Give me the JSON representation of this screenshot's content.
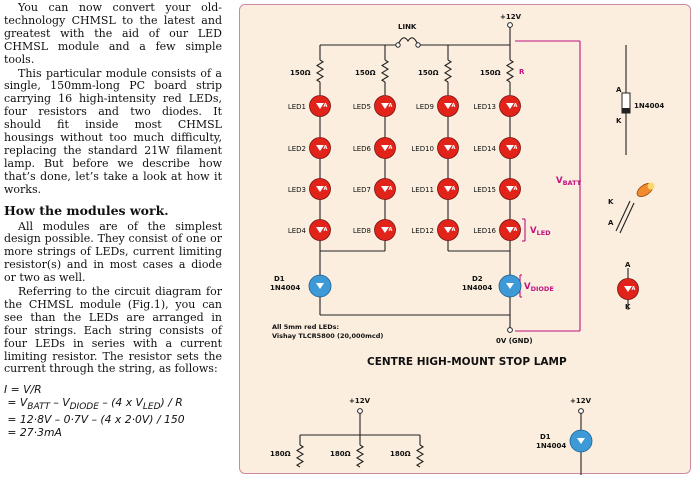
{
  "article": {
    "paragraphs": [
      "You can now convert your old-technology CHMSL to the latest and greatest with the aid of our LED CHMSL module and a few simple tools.",
      "This particular module consists of a single, 150mm-long PC board strip carrying 16 high-intensity red LEDs, four resistors and two diodes. It should fit inside most CHMSL housings without too much difficulty, replacing the standard 21W filament lamp. But before we describe how that’s done, let’s take a look at how it works."
    ],
    "heading": "How the modules work.",
    "paragraphs2": [
      "All modules are of the simplest design possible. They consist of one or more strings of LEDs, current limiting resistor(s) and in most cases a diode or two as well.",
      "Referring to the circuit diagram for the CHMSL module (Fig.1), you can see than the LEDs are arranged in four strings. Each string consists of four LEDs in series with a current limiting resistor. The resistor sets the current through the string, as follows:"
    ],
    "formula": [
      "I = V/R",
      "= V_BATT – V_DIODE – (4 x V_LED) / R",
      "= 12·8V – 0·7V – (4 x 2·0V) / 150",
      "= 27·3mA"
    ]
  },
  "diagram": {
    "link_label": "LINK",
    "supply_label": "+12V",
    "ground_label": "0V (GND)",
    "resistor_labels": [
      "150Ω",
      "150Ω",
      "150Ω",
      "150Ω"
    ],
    "r_marker": "R",
    "led_columns": [
      [
        "LED1",
        "LED2",
        "LED3",
        "LED4"
      ],
      [
        "LED5",
        "LED6",
        "LED7",
        "LED8"
      ],
      [
        "LED9",
        "LED10",
        "LED11",
        "LED12"
      ],
      [
        "LED13",
        "LED14",
        "LED15",
        "LED16"
      ]
    ],
    "led_anode": "A",
    "diode_labels": [
      "D1",
      "D2"
    ],
    "diode_parts": [
      "1N4004",
      "1N4004"
    ],
    "v_batt": "V",
    "v_batt_sub": "BATT",
    "v_led": "V",
    "v_led_sub": "LED",
    "v_diode": "V",
    "v_diode_sub": "DIODE",
    "note_line1": "All 5mm red LEDs:",
    "note_line2": "Vishay TLCR5800 (20,000mcd)",
    "title": "CENTRE HIGH-MOUNT STOP LAMP",
    "diode_pinout": {
      "a": "A",
      "k": "K",
      "part": "1N4004"
    },
    "led_pinout": {
      "a": "A",
      "k": "K"
    },
    "bottom": {
      "supply_left": "+12V",
      "supply_right": "+12V",
      "resistor_labels": [
        "180Ω",
        "180Ω",
        "180Ω"
      ],
      "diode_label": "D1",
      "diode_part": "1N4004"
    }
  },
  "colors": {
    "panel_bg": "#fbeede",
    "panel_border": "#cb8aa0",
    "led_red": "#e2231a",
    "diode_blue": "#3d9ad6",
    "annotation_magenta": "#c1127d"
  }
}
